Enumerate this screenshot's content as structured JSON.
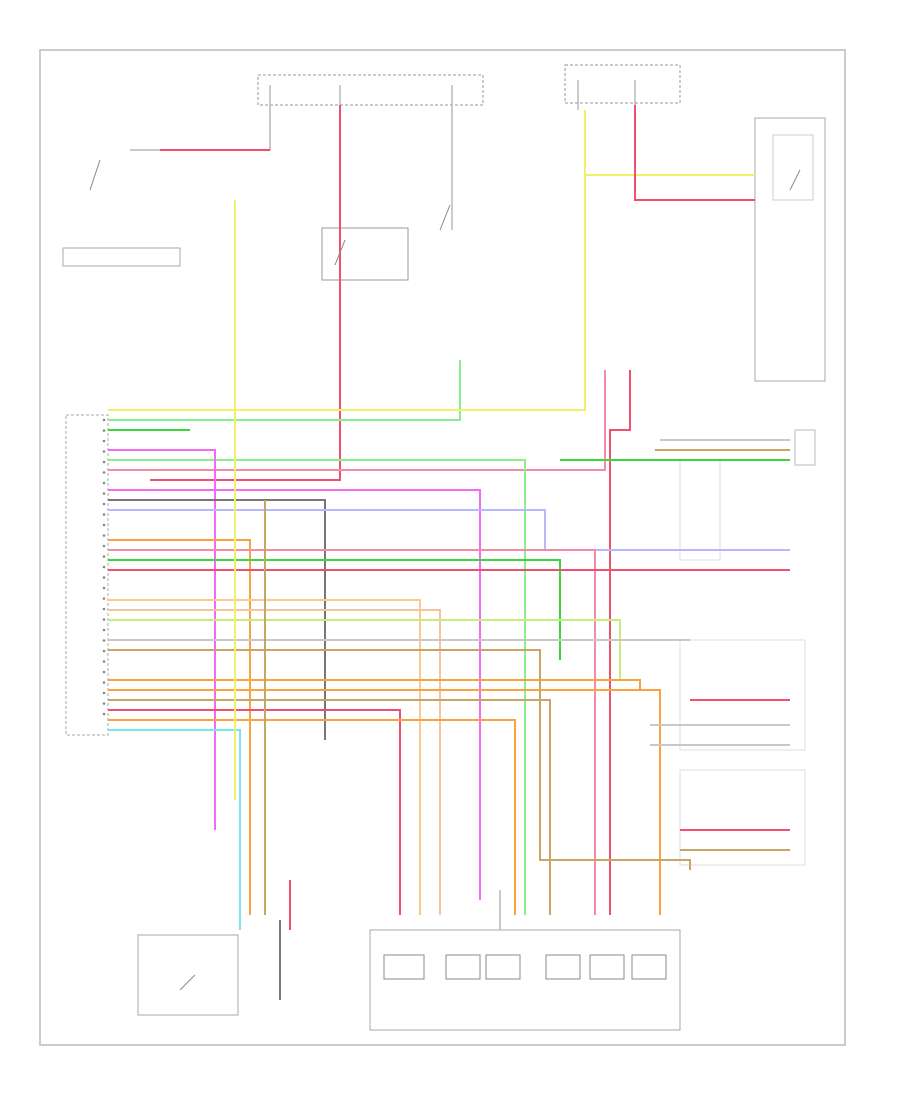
{
  "diagram": {
    "frame_note": "",
    "footer_code": "",
    "bottom_caption": ""
  },
  "colors": {
    "frame": "#bbbbbb",
    "wire_gray": "#c8c8c8",
    "wire_dark": "#777777",
    "red": "#f0506e",
    "pink": "#f58aa6",
    "yellow": "#f2ef6a",
    "light_green": "#8bf08b",
    "green": "#3ad63a",
    "magenta": "#f06af2",
    "orange": "#f6a340",
    "light_orange": "#f9c98e",
    "tan": "#c9a565",
    "cyan": "#74e7f2",
    "lavender": "#b8b8ff",
    "peach": "#f7c2a0",
    "lime": "#c4ee7a"
  },
  "connector": {
    "name": "",
    "pins": 29
  },
  "components": [
    {
      "id": "transmission-range-sensor",
      "label": ""
    },
    {
      "id": "electronic-pressure-control-solenoid",
      "label": ""
    },
    {
      "id": "shift-solenoid-1",
      "label": ""
    },
    {
      "id": "shift-solenoid-2",
      "label": ""
    },
    {
      "id": "torque-converter-clutch-solenoid",
      "label": ""
    },
    {
      "id": "shift-solenoid-3",
      "label": ""
    },
    {
      "id": "coast-clutch-solenoid",
      "label": ""
    },
    {
      "id": "transmission-control-switch",
      "label": ""
    },
    {
      "id": "engine-control-relay",
      "label": ""
    },
    {
      "id": "power-relay",
      "label": ""
    }
  ]
}
